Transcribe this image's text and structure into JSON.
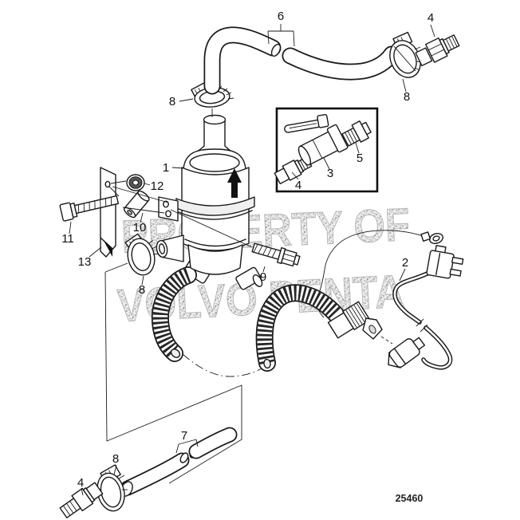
{
  "figure": {
    "type": "exploded-parts-diagram",
    "drawing_number": "25460",
    "watermark": {
      "line1": "PROPERTY OF",
      "line2": "VOLVO PENTA",
      "color": "#b5b5b5"
    },
    "colors": {
      "background": "#ffffff",
      "line": "#1a1a1a",
      "watermark_gray": "#b5b5b5"
    },
    "callouts": [
      {
        "label": "6"
      },
      {
        "label": "4"
      },
      {
        "label": "8"
      },
      {
        "label": "8"
      },
      {
        "label": "1"
      },
      {
        "label": "12"
      },
      {
        "label": "10"
      },
      {
        "label": "11"
      },
      {
        "label": "13"
      },
      {
        "label": "3"
      },
      {
        "label": "4"
      },
      {
        "label": "5"
      },
      {
        "label": "9"
      },
      {
        "label": "2"
      },
      {
        "label": "8"
      },
      {
        "label": "7"
      },
      {
        "label": "8"
      },
      {
        "label": "4"
      }
    ]
  }
}
